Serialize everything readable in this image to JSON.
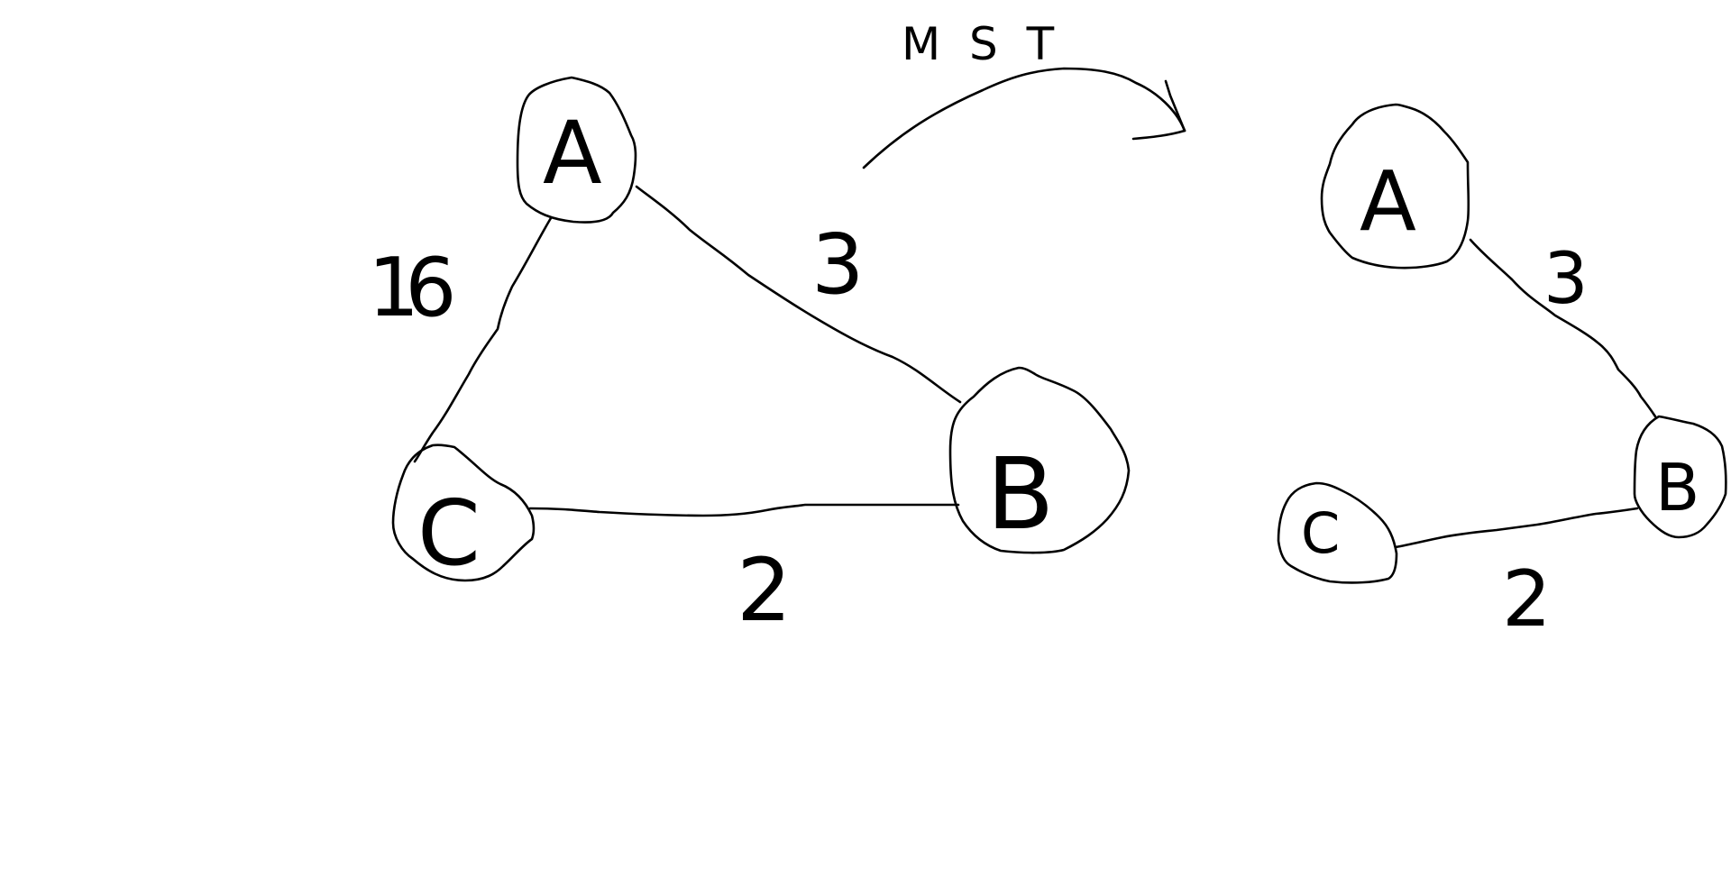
{
  "title": "M S T",
  "colors": {
    "ink": "#000000",
    "background": "#ffffff"
  },
  "original_graph": {
    "nodes": {
      "a": "A",
      "b": "B",
      "c": "C"
    },
    "edges": {
      "ab": "3",
      "ac": "16",
      "bc": "2"
    }
  },
  "mst_graph": {
    "nodes": {
      "a": "A",
      "b": "B",
      "c": "C"
    },
    "edges": {
      "ab": "3",
      "bc": "2"
    }
  },
  "transform_arrow": "curved-arrow-icon"
}
